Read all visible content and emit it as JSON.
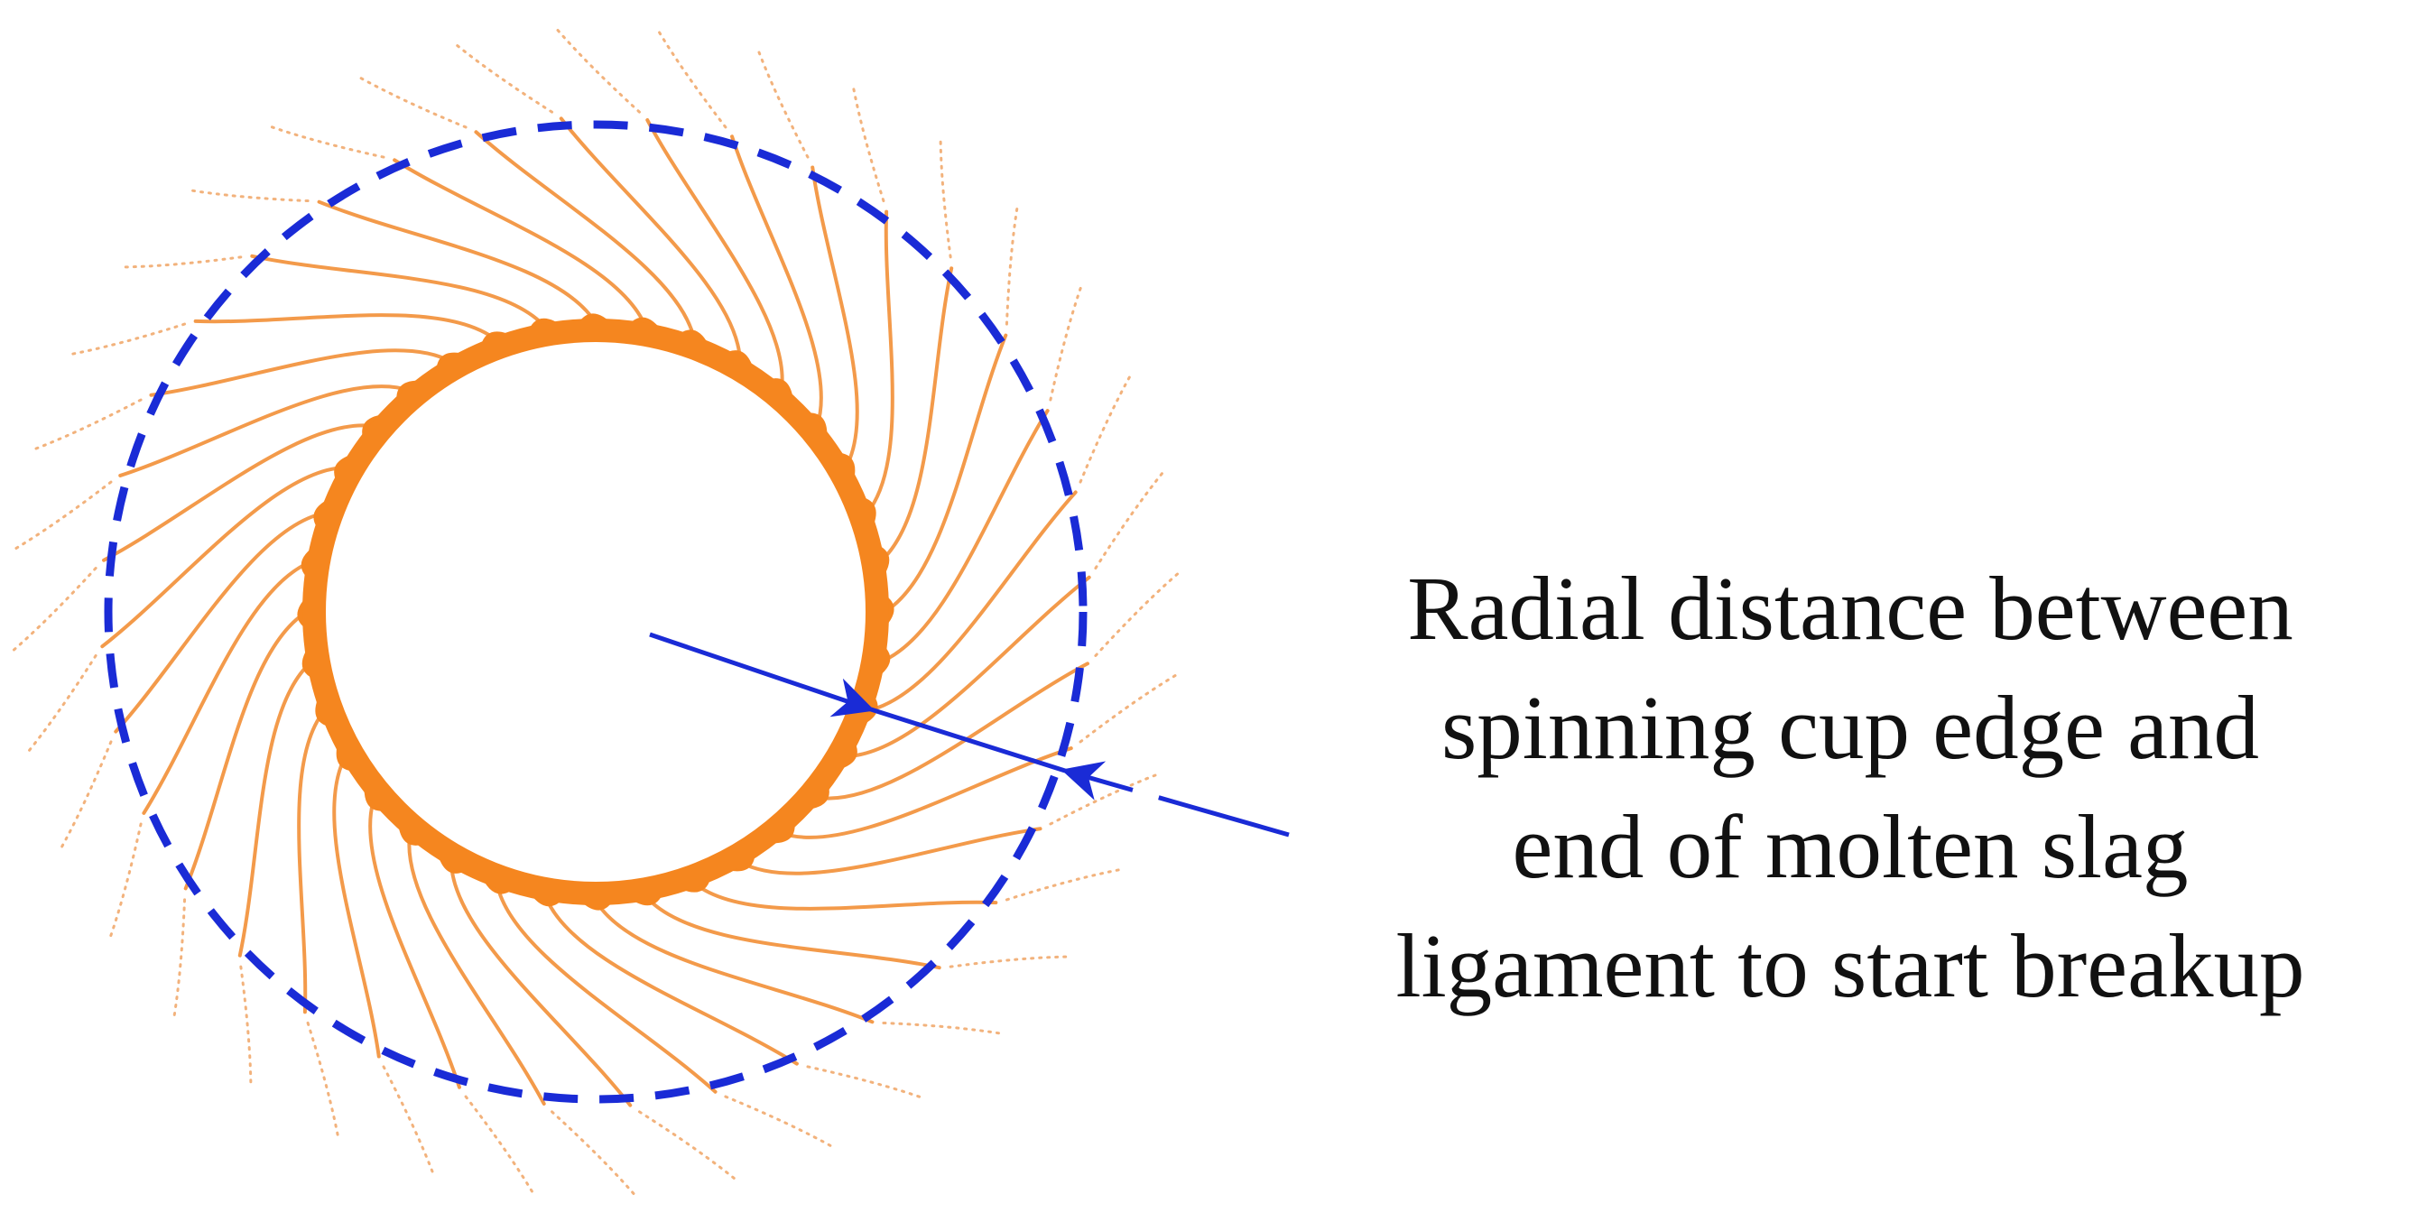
{
  "annotation": {
    "lines": [
      "Radial distance between",
      "spinning cup edge and",
      "end of molten slag",
      "ligament to start breakup"
    ]
  },
  "colors": {
    "cup": "#f5861f",
    "ligament": "#f39a4a",
    "droplet": "#f2b27c",
    "boundary": "#1a2bd6",
    "arrow": "#1a2bd6",
    "text": "#111111"
  },
  "diagram": {
    "ligament_count": 36,
    "boundary_style": "dashed"
  }
}
